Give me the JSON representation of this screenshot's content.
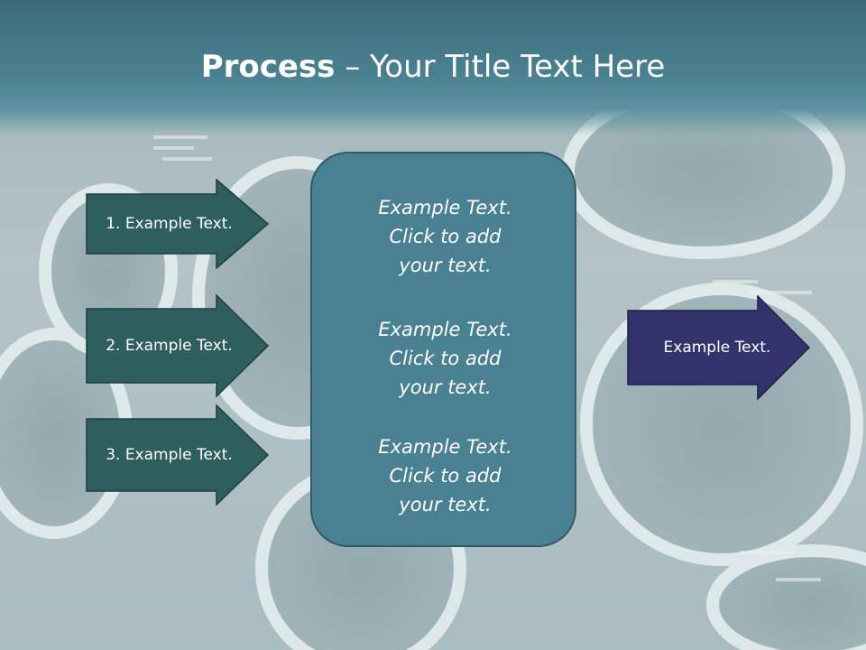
{
  "title": {
    "bold": "Process",
    "rest": " – Your Title Text Here"
  },
  "left_arrows": [
    {
      "label": "1. Example Text."
    },
    {
      "label": "2. Example Text."
    },
    {
      "label": "3. Example Text."
    }
  ],
  "center_items": [
    {
      "line1": "Example Text.",
      "line2": "Click  to add",
      "line3": "your text."
    },
    {
      "line1": "Example Text.",
      "line2": "Click  to add",
      "line3": "your text."
    },
    {
      "line1": "Example Text.",
      "line2": "Click  to add",
      "line3": "your text."
    }
  ],
  "right_arrow": {
    "label": "Example Text."
  },
  "colors": {
    "title_bar": "#4a8090",
    "left_arrow_fill": "#2f5e5e",
    "center_box_fill": "#4a8192",
    "right_arrow_fill": "#33336b"
  }
}
